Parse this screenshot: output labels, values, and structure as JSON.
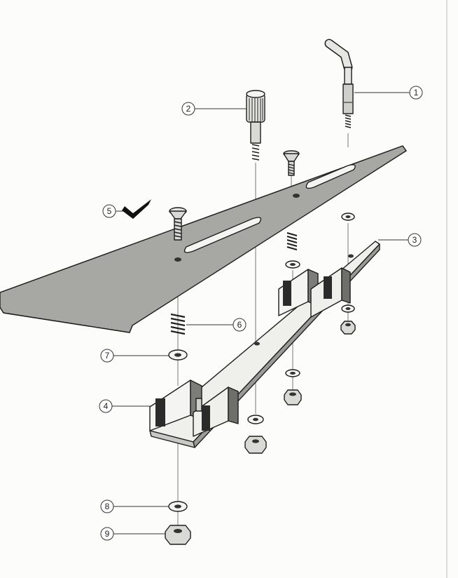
{
  "diagram": {
    "colors": {
      "ink": "#1e1e1e",
      "plate": "#a7a7a4",
      "plate_dark": "#6c6c69",
      "metal": "#d9d9d6",
      "rail": "#efefeb"
    },
    "callouts": [
      {
        "label": "1",
        "part": "bent-rod-with-threaded-end"
      },
      {
        "label": "2",
        "part": "knurled-thumb-screw"
      },
      {
        "label": "3",
        "part": "slide-rail"
      },
      {
        "label": "4",
        "part": "rail-bracket"
      },
      {
        "label": "5",
        "part": "countersunk-screw"
      },
      {
        "label": "6",
        "part": "spring"
      },
      {
        "label": "7",
        "part": "washer"
      },
      {
        "label": "8",
        "part": "washer"
      },
      {
        "label": "9",
        "part": "hex-nut"
      }
    ],
    "icons": [
      "check-mark-icon"
    ]
  }
}
